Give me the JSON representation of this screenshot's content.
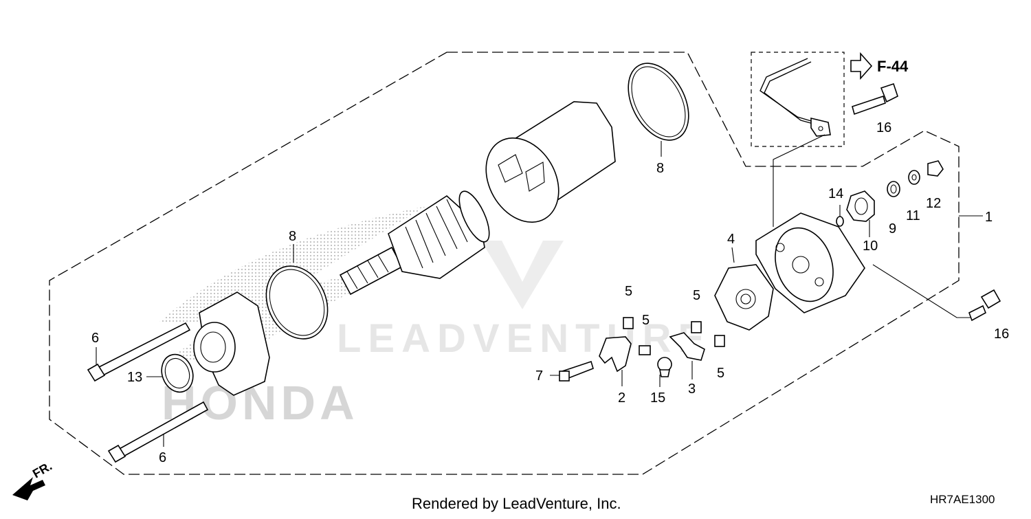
{
  "callouts": {
    "c1": "1",
    "c2": "2",
    "c3": "3",
    "c4": "4",
    "c5a": "5",
    "c5b": "5",
    "c5c": "5",
    "c5d": "5",
    "c6a": "6",
    "c6b": "6",
    "c7": "7",
    "c8a": "8",
    "c8b": "8",
    "c9": "9",
    "c10": "10",
    "c11": "11",
    "c12": "12",
    "c13": "13",
    "c14": "14",
    "c15": "15",
    "c16a": "16",
    "c16b": "16"
  },
  "reference": {
    "label": "F-44"
  },
  "front_marker": {
    "label": "FR."
  },
  "watermarks": {
    "leadventure": "LEADVENTURE",
    "honda": "HONDA"
  },
  "footer": {
    "credit": "Rendered by LeadVenture, Inc.",
    "diagram_code": "HR7AE1300"
  },
  "colors": {
    "ink": "#000000",
    "watermark": "#d6d6d6",
    "background": "#ffffff"
  }
}
